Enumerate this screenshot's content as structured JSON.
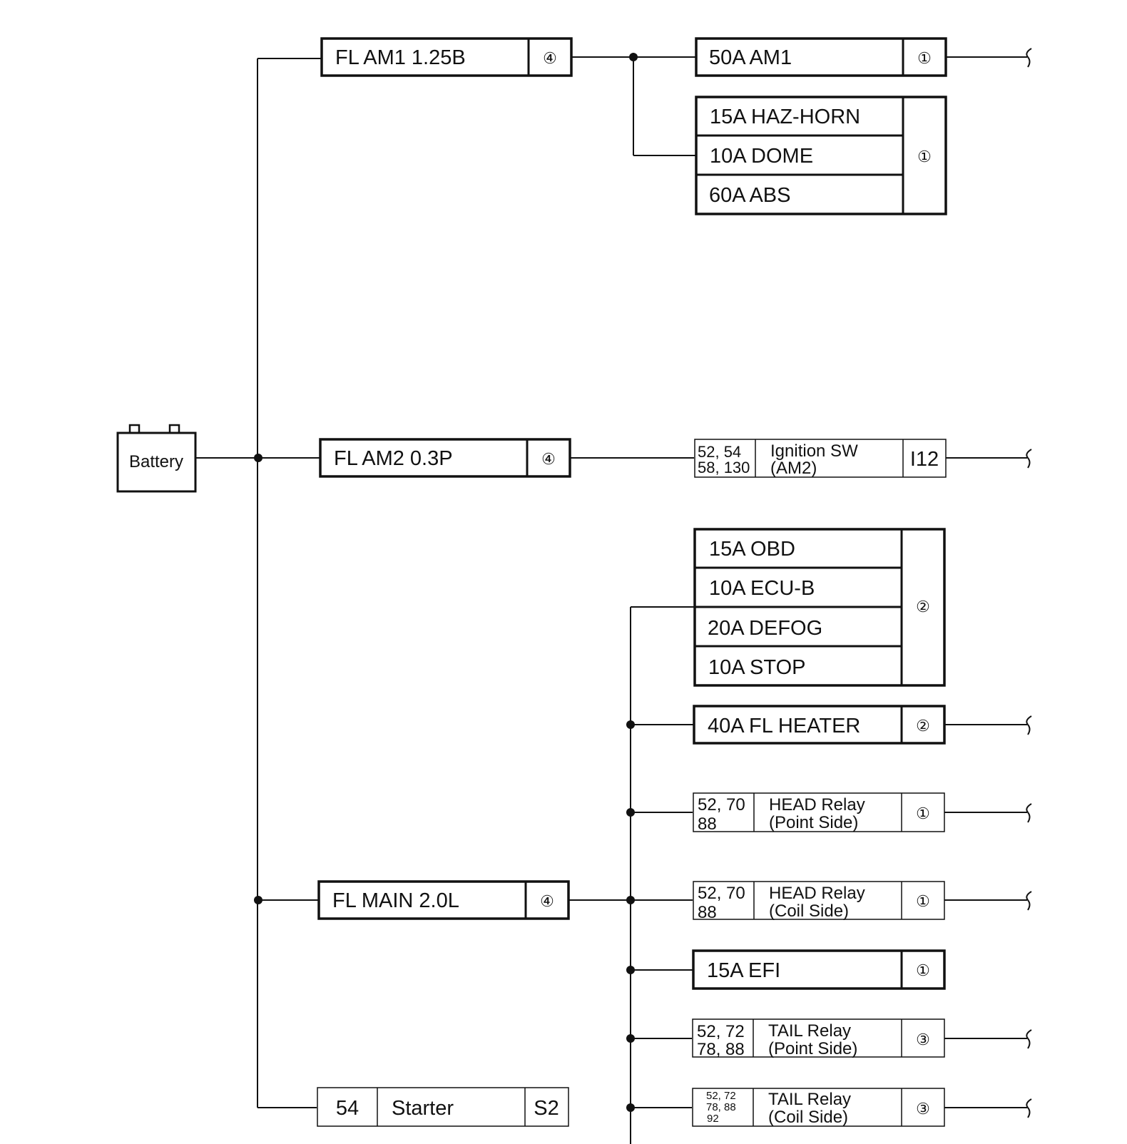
{
  "battery": {
    "label": "Battery"
  },
  "circled": {
    "one": "①",
    "two": "②",
    "three": "③",
    "four": "④"
  },
  "fusible_links": {
    "am1": {
      "label": "FL AM1 1.25B"
    },
    "am2": {
      "label": "FL AM2 0.3P"
    },
    "main": {
      "label": "FL MAIN 2.0L"
    }
  },
  "starter": {
    "page": "54",
    "label": "Starter",
    "code": "S2"
  },
  "am1_group": {
    "single": "50A AM1",
    "stack": [
      "15A HAZ-HORN",
      "10A DOME",
      "60A ABS"
    ]
  },
  "ignition": {
    "pages_line1": "52,  54",
    "pages_line2": "58, 130",
    "label_line1": "Ignition SW",
    "label_line2": "(AM2)",
    "code": "I12"
  },
  "main_stack": [
    "15A OBD",
    "10A ECU-B",
    "20A DEFOG",
    "10A STOP"
  ],
  "heater": {
    "label": "40A FL HEATER"
  },
  "head_point": {
    "pages_line1": "52, 70",
    "pages_line2": "88",
    "label_line1": "HEAD Relay",
    "label_line2": "(Point Side)"
  },
  "head_coil": {
    "pages_line1": "52, 70",
    "pages_line2": "88",
    "label_line1": "HEAD Relay",
    "label_line2": "(Coil Side)"
  },
  "efi": {
    "label": "15A EFI"
  },
  "tail_point": {
    "pages_line1": "52, 72",
    "pages_line2": "78, 88",
    "label_line1": "TAIL Relay",
    "label_line2": "(Point Side)"
  },
  "tail_coil": {
    "pages_line1": "52, 72",
    "pages_line2": "78, 88",
    "pages_line3": "92",
    "label_line1": "TAIL Relay",
    "label_line2": "(Coil Side)"
  }
}
